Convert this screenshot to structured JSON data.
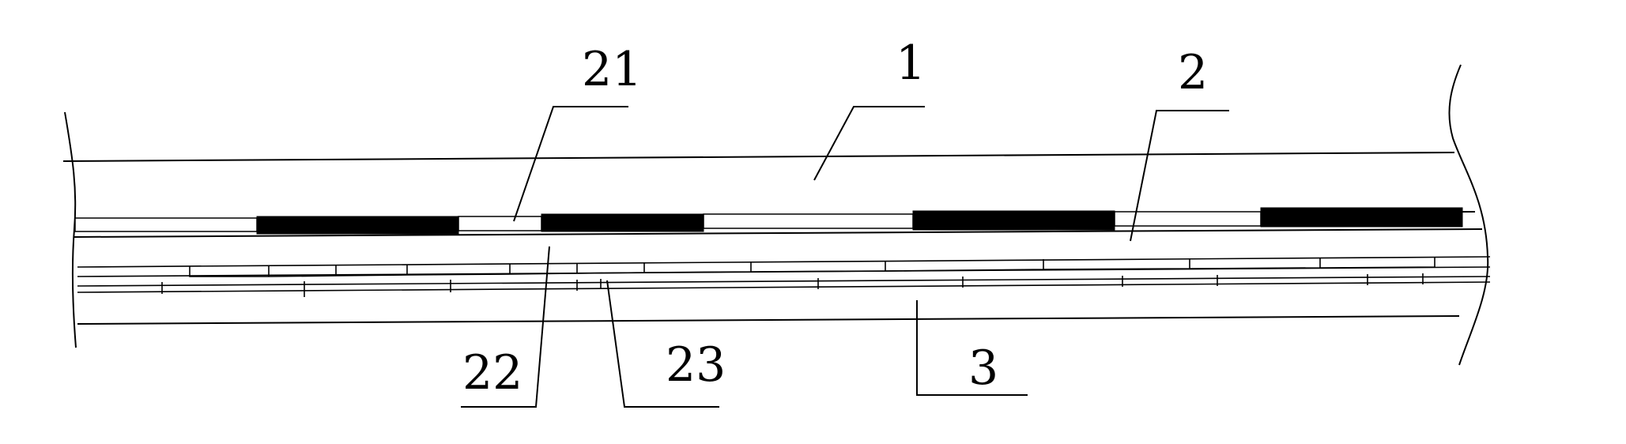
{
  "labels": {
    "l1": "1",
    "l2": "2",
    "l21": "21",
    "l22": "22",
    "l23": "23",
    "l3": "3"
  }
}
